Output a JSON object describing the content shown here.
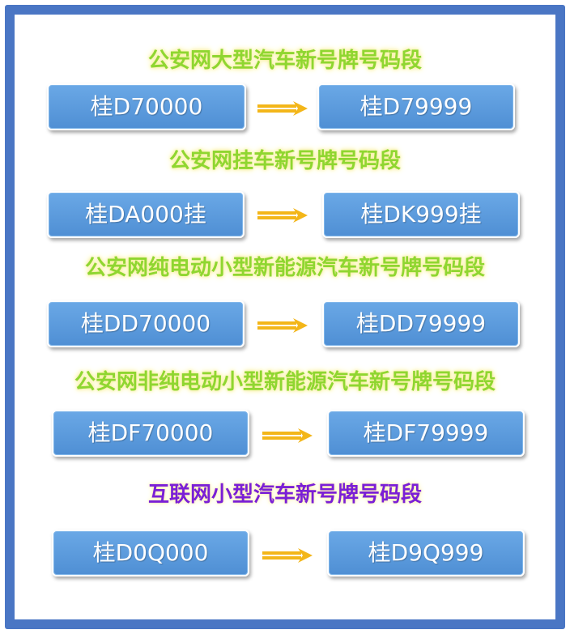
{
  "colors": {
    "frame": "#4a76c4",
    "title_green": "#8fd630",
    "title_purple": "#7a1fd6",
    "plate": "#5b9bdc",
    "arrow": "#f3b619"
  },
  "sections": [
    {
      "title": "公安网大型汽车新号牌号码段",
      "from": "桂D70000",
      "to": "桂D79999"
    },
    {
      "title": "公安网挂车新号牌号码段",
      "from": "桂DA000挂",
      "to": "桂DK999挂"
    },
    {
      "title": "公安网纯电动小型新能源汽车新号牌号码段",
      "from": "桂DD70000",
      "to": "桂DD79999"
    },
    {
      "title": "公安网非纯电动小型新能源汽车新号牌号码段",
      "from": "桂DF70000",
      "to": "桂DF79999"
    },
    {
      "title": "互联网小型汽车新号牌号码段",
      "from": "桂D0Q000",
      "to": "桂D9Q999"
    }
  ],
  "arrow_icon": "right-arrow-icon"
}
